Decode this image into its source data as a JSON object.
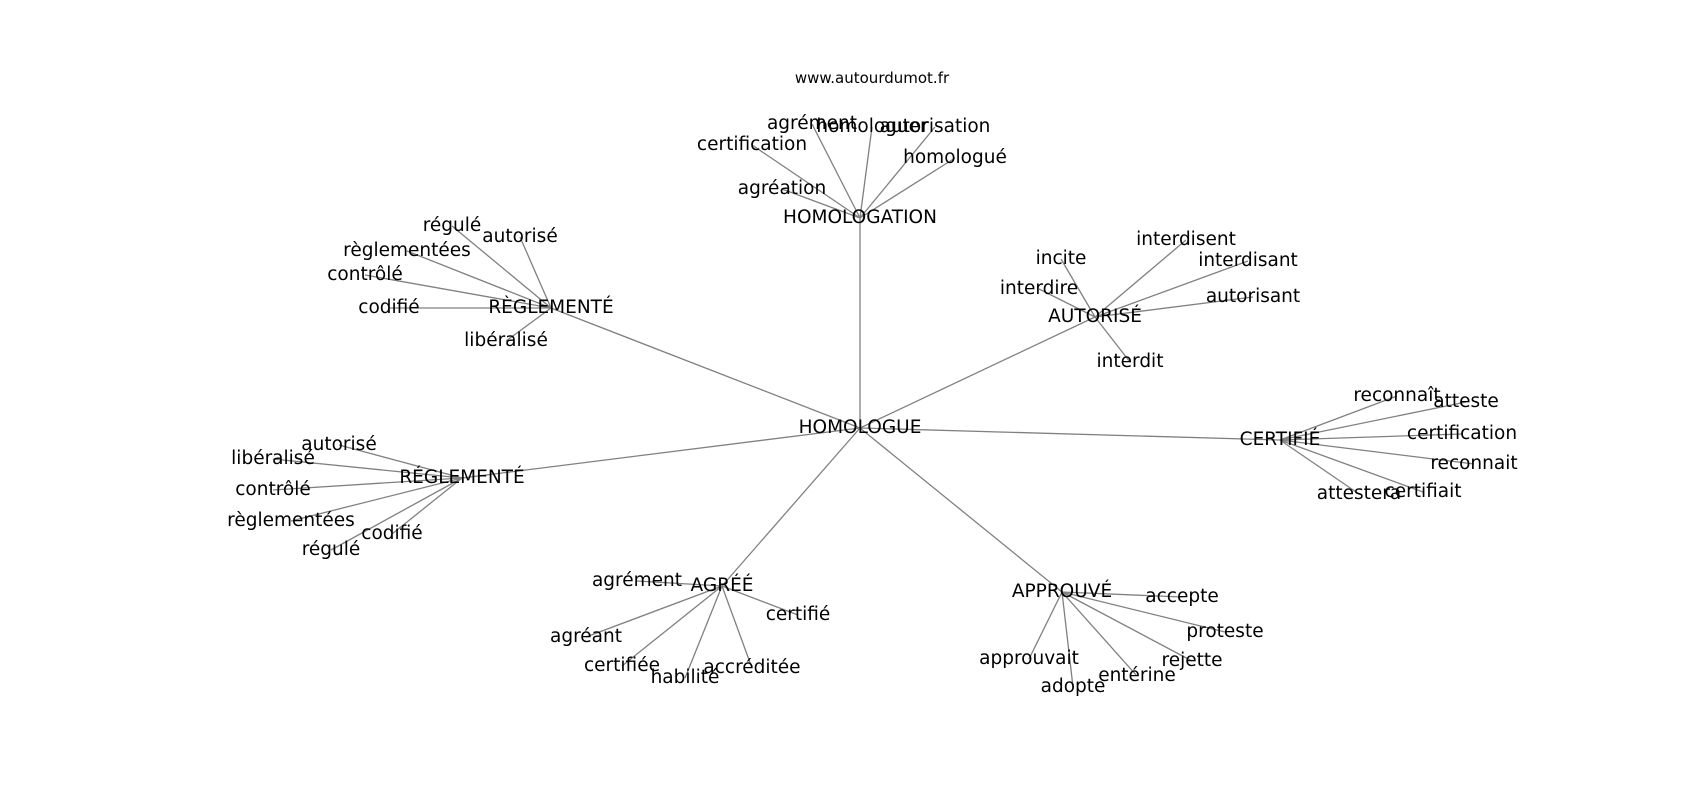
{
  "site": "www.autourdumot.fr",
  "root": "HOMOLOGUE",
  "clusters": [
    {
      "hub": "HOMOLOGATION",
      "words": [
        "agrément",
        "homologuer",
        "autorisation",
        "certification",
        "homologué",
        "agréation"
      ]
    },
    {
      "hub": "RÈGLEMENTÉ",
      "words": [
        "régulé",
        "autorisé",
        "règlementées",
        "contrôlé",
        "codifié",
        "libéralisé"
      ]
    },
    {
      "hub": "AUTORISÉ",
      "words": [
        "interdisent",
        "incite",
        "interdisant",
        "interdire",
        "autorisant",
        "interdit"
      ]
    },
    {
      "hub": "CERTIFIÉ",
      "words": [
        "reconnaît",
        "atteste",
        "certification",
        "reconnait",
        "attestera",
        "certifiait"
      ]
    },
    {
      "hub": "RÉGLEMENTÉ",
      "words": [
        "autorisé",
        "libéralisé",
        "contrôlé",
        "règlementées",
        "codifié",
        "régulé"
      ]
    },
    {
      "hub": "AGRÉÉ",
      "words": [
        "agrément",
        "certifié",
        "agréant",
        "certifiée",
        "habilité",
        "accréditée"
      ]
    },
    {
      "hub": "APPROUVÉ",
      "words": [
        "accepte",
        "proteste",
        "approuvait",
        "rejette",
        "entérine",
        "adopte"
      ]
    }
  ]
}
